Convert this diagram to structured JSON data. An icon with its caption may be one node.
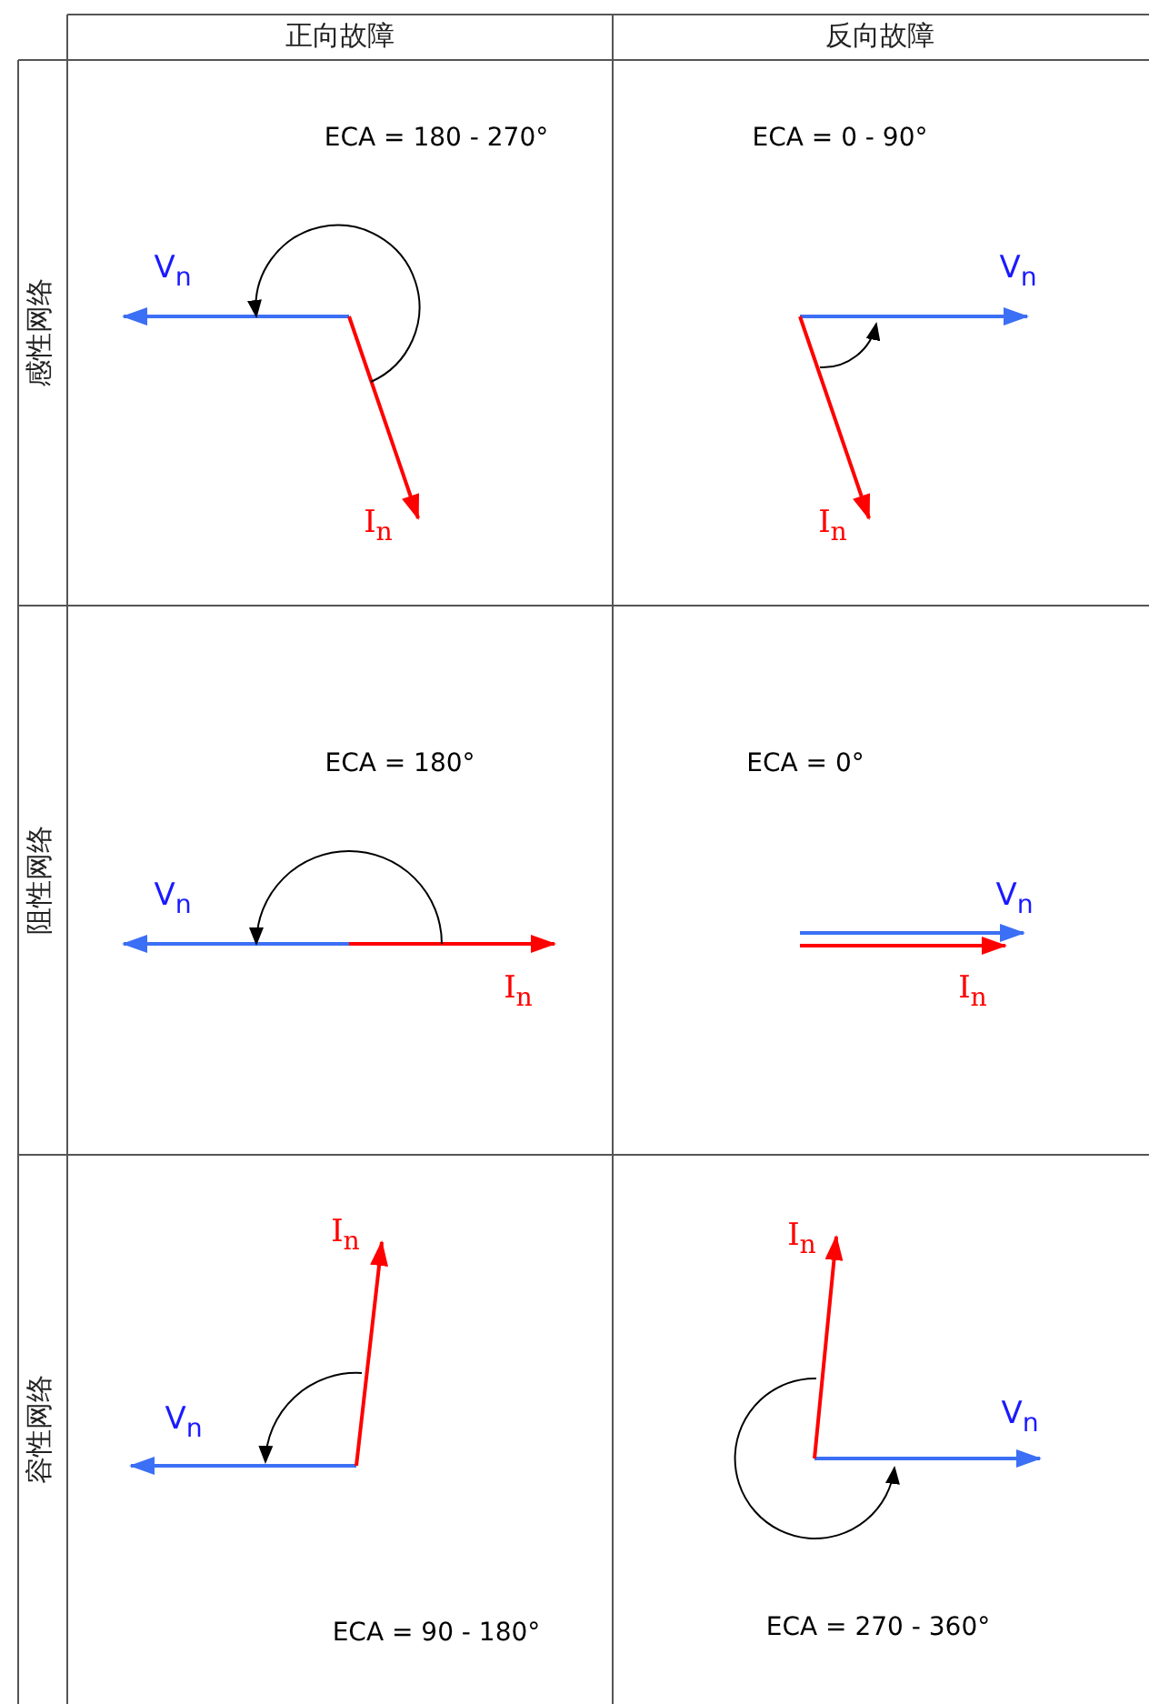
{
  "diagram": {
    "labels": [
      "正向故障",
      "反向故障",
      "感性网络",
      "ECA = 180 - 270°",
      "V$_{n}$",
      "I$_{n}$",
      "ECA = 0 - 90°",
      "V$_{n}$",
      "I$_{n}$",
      "阻性网络",
      "ECA = 180°",
      "V$_{n}$",
      "I$_{n}$",
      "ECA = 0°",
      "V$_{n}$",
      "I$_{n}$",
      "容性网络",
      "I$_{n}$",
      "V$_{n}$",
      "ECA = 90 - 180°",
      "I$_{n}$",
      "V$_{n}$",
      "ECA = 270 - 360°"
    ]
  }
}
